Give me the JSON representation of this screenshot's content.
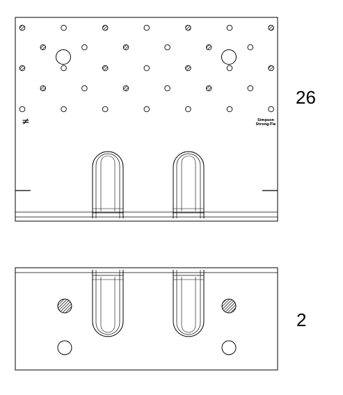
{
  "dimensions": {
    "top_view_label": "26",
    "side_view_label": "2"
  },
  "symbols": {
    "not_equal": "≠"
  },
  "brand_mark": {
    "line1": "Simpson",
    "line2": "Strong-Tie"
  },
  "colors": {
    "line": "#000000",
    "background": "#ffffff"
  },
  "icons": {
    "hatched_hole": "hatched-hole-icon",
    "open_hole": "open-hole-icon"
  }
}
